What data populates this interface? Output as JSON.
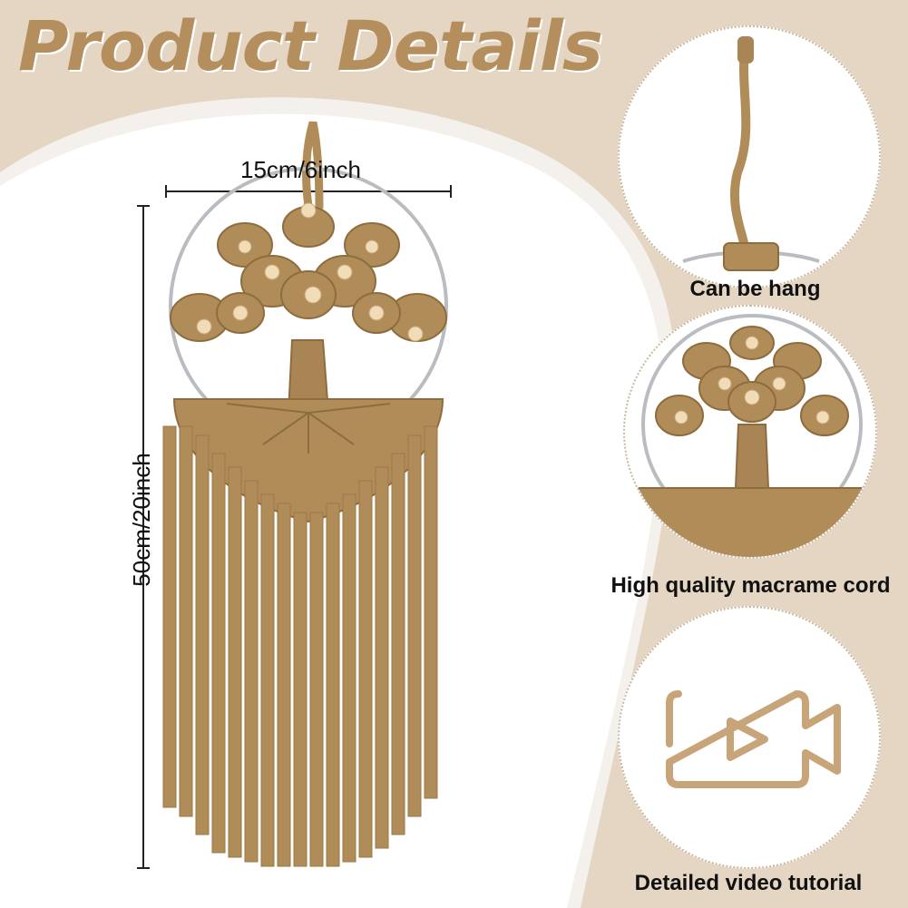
{
  "page": {
    "title": "Product Details",
    "accent_color": "#b48e5c",
    "cord_color": "#b08c58"
  },
  "dimensions": {
    "width_label": "15cm/6inch",
    "height_label": "50cm/20inch"
  },
  "features": [
    {
      "caption": "Can be hang",
      "icon": "hanging-loop-icon"
    },
    {
      "caption": "High quality macrame cord",
      "icon": "tree-of-life-icon"
    },
    {
      "caption": "Detailed video tutorial",
      "icon": "video-camera-icon"
    }
  ]
}
